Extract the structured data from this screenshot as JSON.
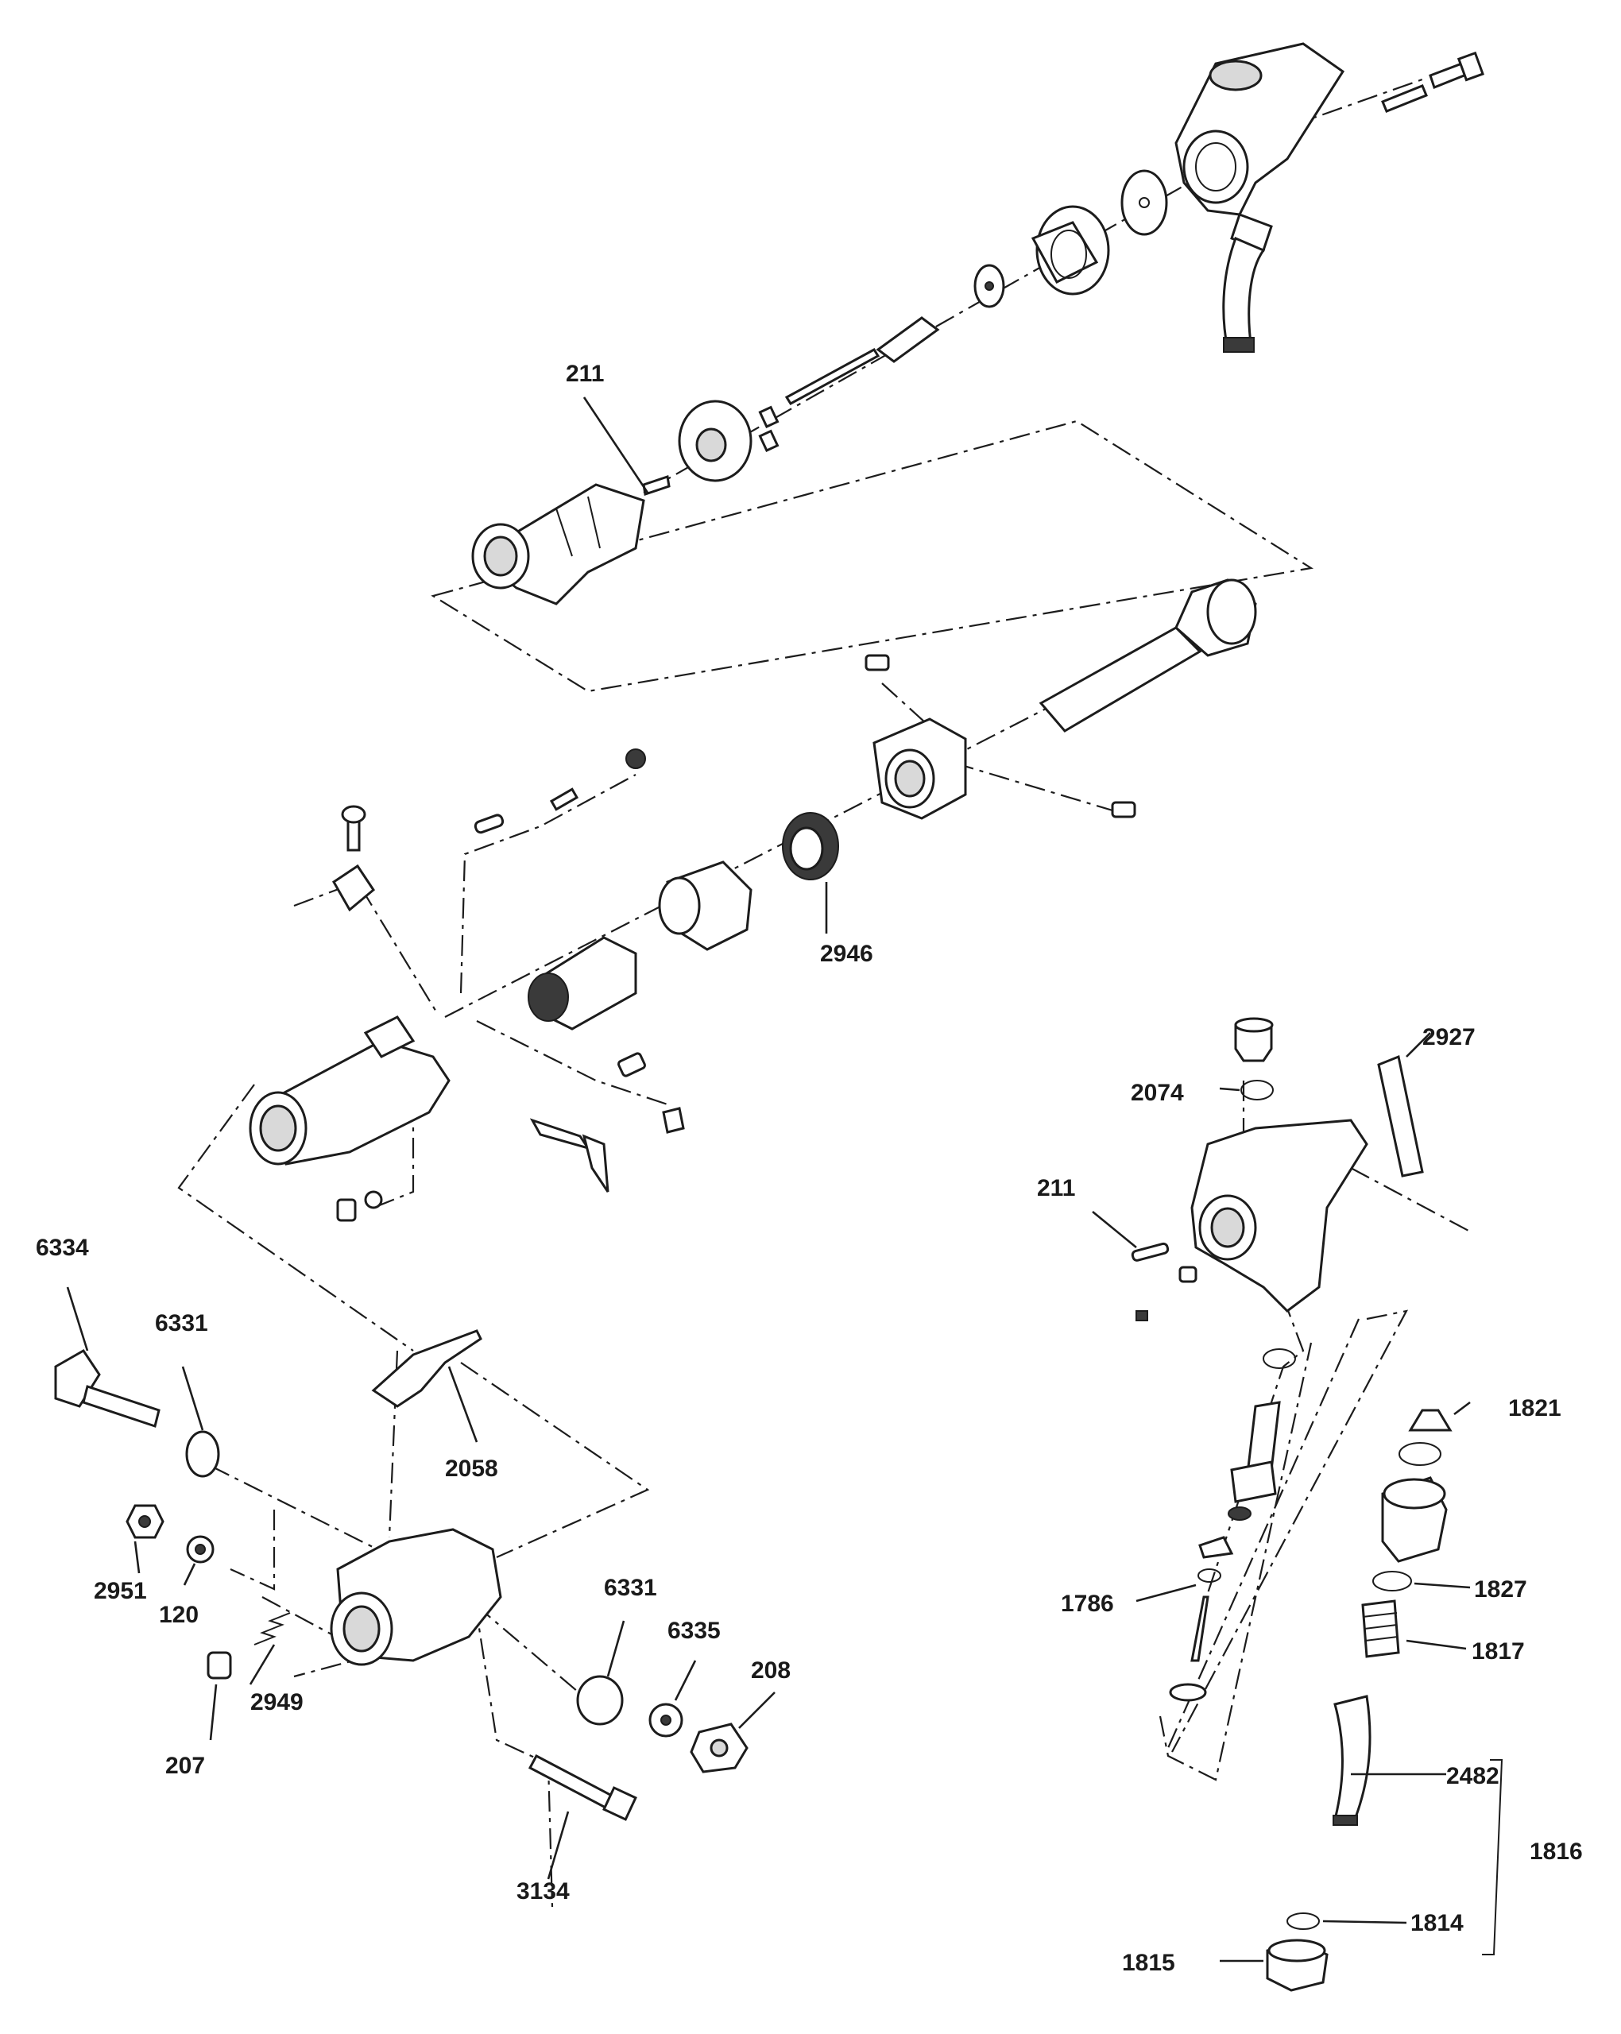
{
  "colors": {
    "background": "#ffffff",
    "ink": "#1c1c1c"
  },
  "labels": {
    "p211_top": "211",
    "p2946": "2946",
    "p2927": "2927",
    "p2074": "2074",
    "p211_right": "211",
    "p6334": "6334",
    "p6331_left": "6331",
    "p1821": "1821",
    "p2058": "2058",
    "p2951": "2951",
    "p120": "120",
    "p6331_right": "6331",
    "p1786": "1786",
    "p1827": "1827",
    "p6335": "6335",
    "p208": "208",
    "p1817": "1817",
    "p2949": "2949",
    "p207": "207",
    "p2482": "2482",
    "p1816": "1816",
    "p3134": "3134",
    "p1814": "1814",
    "p1815": "1815"
  }
}
